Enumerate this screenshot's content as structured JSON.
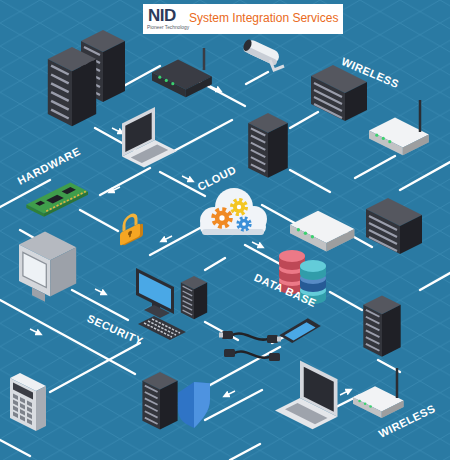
{
  "diagram": {
    "title": "System Integration Services",
    "labels": [
      "NID",
      "Pioneer Technology",
      "WIRELESS",
      "HARDWARE",
      "CLOUD",
      "DATA BASE",
      "SECURITY",
      "WIRELESS"
    ]
  }
}
